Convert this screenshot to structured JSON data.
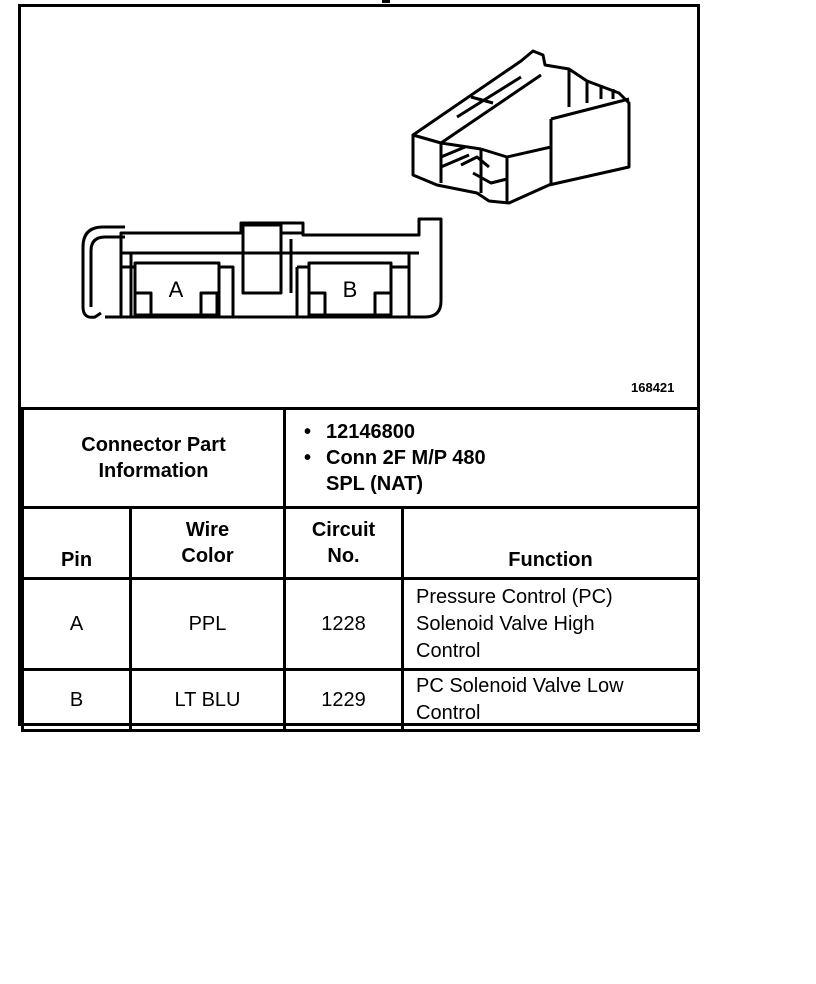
{
  "figure": {
    "number": "168421",
    "pin_labels": [
      "A",
      "B"
    ]
  },
  "connector_info": {
    "label_line1": "Connector Part",
    "label_line2": "Information",
    "items": [
      "12146800",
      "Conn 2F M/P 480",
      "SPL (NAT)"
    ]
  },
  "table": {
    "headers": {
      "pin": "Pin",
      "wire_line1": "Wire",
      "wire_line2": "Color",
      "circuit_line1": "Circuit",
      "circuit_line2": "No.",
      "function": "Function"
    },
    "rows": [
      {
        "pin": "A",
        "wire_color": "PPL",
        "circuit": "1228",
        "function_lines": [
          "Pressure Control (PC)",
          "Solenoid Valve High",
          "Control"
        ]
      },
      {
        "pin": "B",
        "wire_color": "LT BLU",
        "circuit": "1229",
        "function_lines": [
          "PC Solenoid Valve Low",
          "Control"
        ]
      }
    ]
  }
}
